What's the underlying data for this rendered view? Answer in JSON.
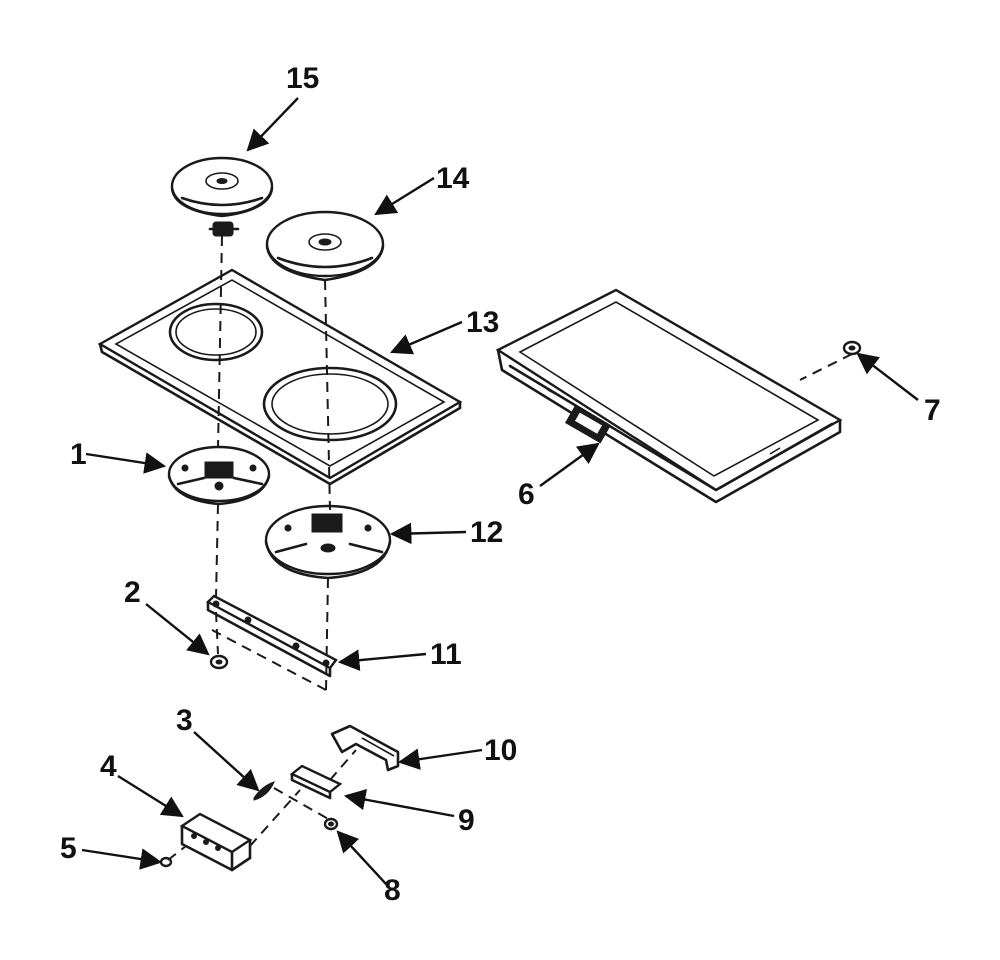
{
  "diagram": {
    "callouts": [
      {
        "id": "1",
        "label": "1"
      },
      {
        "id": "2",
        "label": "2"
      },
      {
        "id": "3",
        "label": "3"
      },
      {
        "id": "4",
        "label": "4"
      },
      {
        "id": "5",
        "label": "5"
      },
      {
        "id": "6",
        "label": "6"
      },
      {
        "id": "7",
        "label": "7"
      },
      {
        "id": "8",
        "label": "8"
      },
      {
        "id": "9",
        "label": "9"
      },
      {
        "id": "10",
        "label": "10"
      },
      {
        "id": "11",
        "label": "11"
      },
      {
        "id": "12",
        "label": "12"
      },
      {
        "id": "13",
        "label": "13"
      },
      {
        "id": "14",
        "label": "14"
      },
      {
        "id": "15",
        "label": "15"
      }
    ],
    "colors": {
      "ink": "#1a1a1a",
      "background": "#ffffff"
    }
  }
}
